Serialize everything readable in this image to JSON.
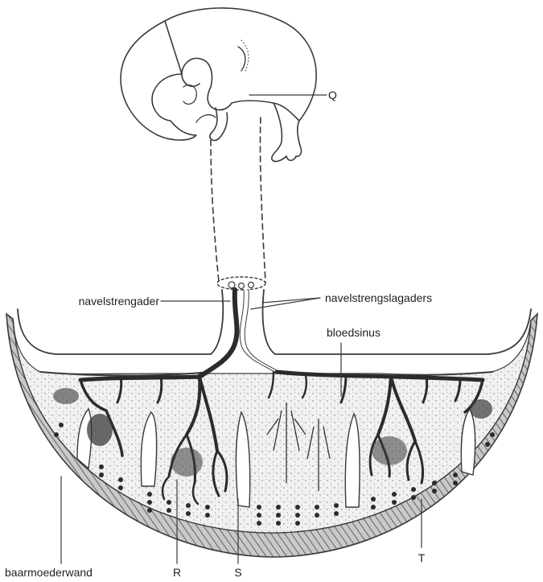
{
  "labels": {
    "q": "Q",
    "umbilical_vein": "navelstrengader",
    "umbilical_arteries": "navelstrengslagaders",
    "blood_sinus": "bloedsinus",
    "uterine_wall": "baarmoederwand",
    "r": "R",
    "s": "S",
    "t": "T"
  },
  "colors": {
    "ink": "#3a3a3a",
    "vessel": "#2b2b2b",
    "wall_fill": "#9a9a9a",
    "stipple": "#555555"
  }
}
